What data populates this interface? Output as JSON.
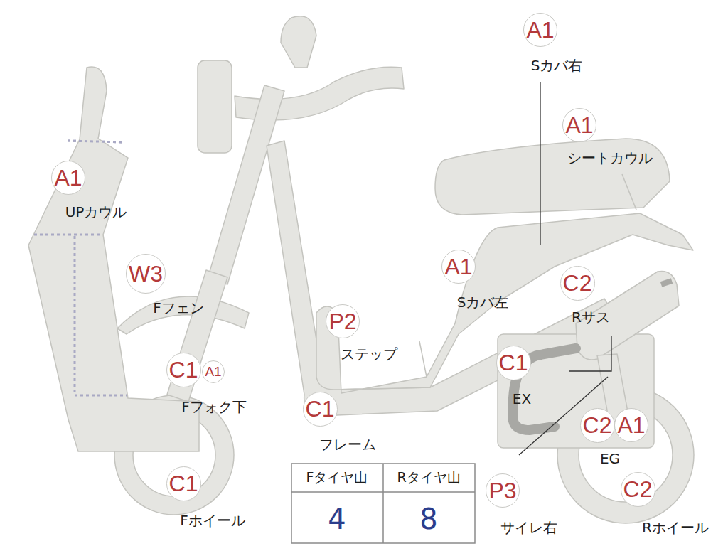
{
  "diagram": {
    "nodes": [
      {
        "text": [
          "A1",
          "Sカバ右"
        ]
      },
      {
        "text": [
          "A1",
          "シートカウル"
        ]
      },
      {
        "text": [
          "A1",
          "UPカウル"
        ]
      },
      {
        "text": [
          "W3",
          "Fフェン"
        ]
      },
      {
        "text": [
          "A1",
          "Sカバ左"
        ]
      },
      {
        "text": [
          "C2",
          "Rサス"
        ]
      },
      {
        "text": [
          "P2",
          "ステップ"
        ]
      },
      {
        "text": [
          "C1",
          "Fフォク下"
        ]
      },
      {
        "text": [
          "A1"
        ]
      },
      {
        "text": [
          "C1",
          "EX"
        ]
      },
      {
        "text": [
          "C1",
          "フレーム"
        ]
      },
      {
        "text": [
          "C2",
          "EG"
        ]
      },
      {
        "text": [
          "A1"
        ]
      },
      {
        "text": [
          "C1",
          "Fホイール"
        ]
      },
      {
        "text": [
          "P3",
          "サイレ右"
        ]
      },
      {
        "text": [
          "C2",
          "Rホイール"
        ]
      }
    ],
    "labels": [
      "Fタイヤ山",
      "Rタイヤ山",
      "4",
      "8"
    ]
  }
}
